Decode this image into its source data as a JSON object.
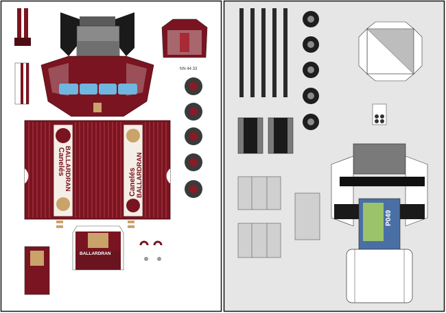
{
  "left_sheet": {
    "brand_main": "BALLARDRAN",
    "brand_product": "Canelés",
    "grille_brand": "BALLARDRAN",
    "small_code": "NN 44 33",
    "colors": {
      "maroon": "#7a1420",
      "maroon_dark": "#4e0c14",
      "gray": "#7d7d7d",
      "window": "#6fb6e0"
    }
  },
  "right_sheet": {
    "model_code": "P049",
    "colors": {
      "background": "#e6e6e6",
      "gray_part": "#bdbdbd",
      "dark": "#1a1a1a",
      "label_blue": "#4a6fa5"
    }
  }
}
